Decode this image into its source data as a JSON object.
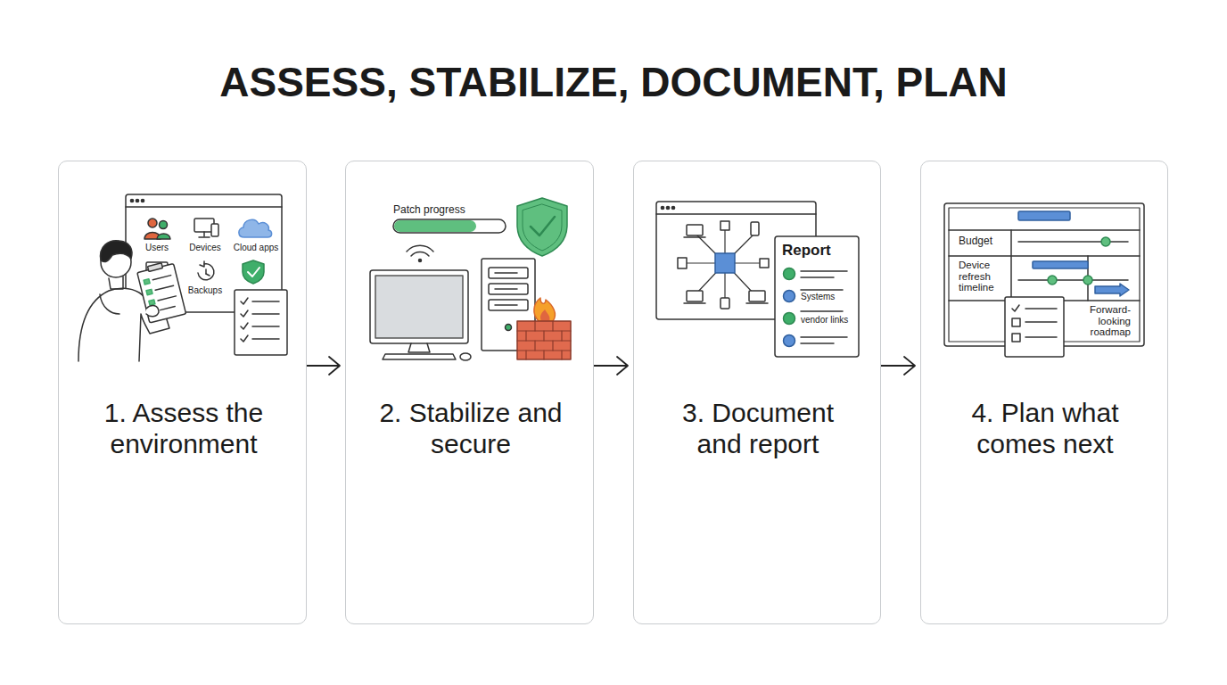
{
  "diagram": {
    "title": "ASSESS, STABILIZE, DOCUMENT, PLAN",
    "nodes": [
      {
        "text": [
          "1. Assess the environment"
        ]
      },
      {
        "text": [
          "2. Stabilize and secure"
        ]
      },
      {
        "text": [
          "3. Document and report"
        ]
      },
      {
        "text": [
          "4. Plan what comes next"
        ]
      }
    ],
    "edges": [
      {
        "from": 0,
        "to": 1,
        "arrow": "to"
      },
      {
        "from": 1,
        "to": 2,
        "arrow": "to"
      },
      {
        "from": 2,
        "to": 3,
        "arrow": "to"
      }
    ],
    "labels": [
      "Users",
      "Devices",
      "Cloud apps",
      "Backups",
      "Patch progress",
      "Report",
      "Systems",
      "vendor links",
      "Budget",
      "Device refresh timeline",
      "Forward-looking roadmap"
    ]
  }
}
